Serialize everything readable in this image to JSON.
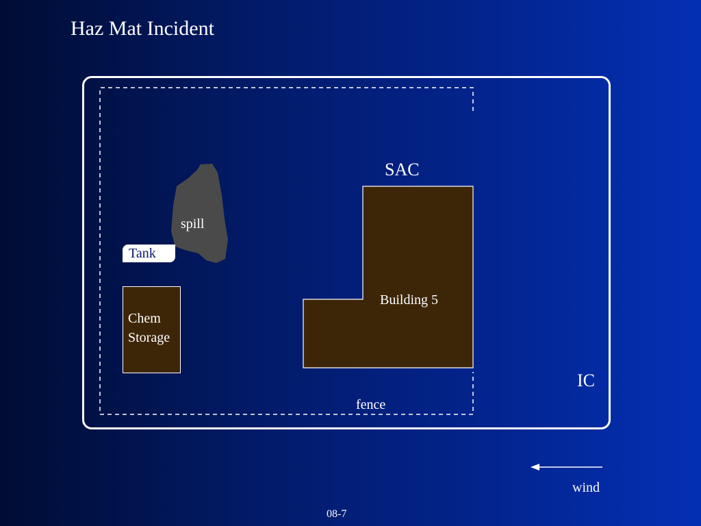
{
  "slide": {
    "title": "Haz Mat Incident",
    "slide_number": "08-7"
  },
  "diagram": {
    "labels": {
      "sac": "SAC",
      "ic": "IC",
      "fence": "fence",
      "spill": "spill",
      "tank": "Tank",
      "chem_storage": "Chem\nStorage",
      "building": "Building 5",
      "wind": "wind"
    },
    "colors": {
      "background_dark": "#000c33",
      "background_light": "#0330b3",
      "building_fill": "#3d2608",
      "spill_fill": "#4a4a4a",
      "line": "#ffffff"
    }
  }
}
